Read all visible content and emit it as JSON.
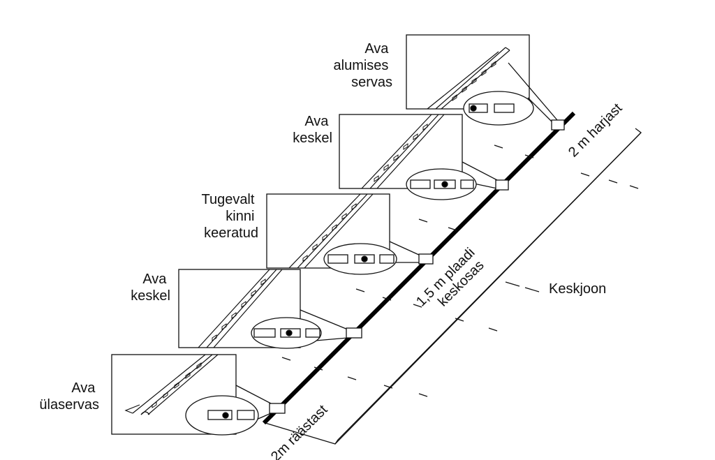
{
  "labels": {
    "ava_alumises": [
      "Ava",
      "alumises",
      "servas"
    ],
    "ava_keskel_top": [
      "Ava",
      "keskel"
    ],
    "tugevalt": [
      "Tugevalt",
      "kinni",
      "keeratud"
    ],
    "ava_keskel_bottom": [
      "Ava",
      "keskel"
    ],
    "ava_ulaservas": [
      "Ava",
      "ülaservas"
    ],
    "harjast": "2 m harjast",
    "plaadi": [
      "1,5 m plaadi",
      "keskosas"
    ],
    "raastast": "2m räästast",
    "keskjoon": "Keskjoon"
  }
}
